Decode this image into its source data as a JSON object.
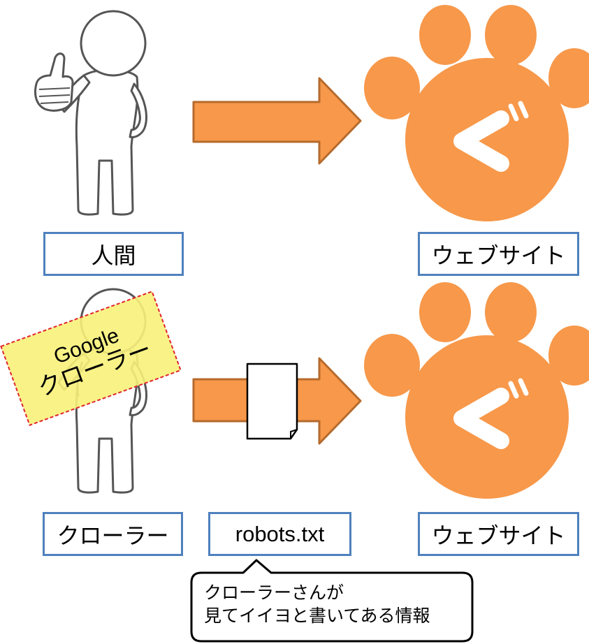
{
  "row1": {
    "left_label": "人間",
    "right_label": "ウェブサイト"
  },
  "row2": {
    "left_label": "クローラー",
    "middle_label": "robots.txt",
    "right_label": "ウェブサイト",
    "tag": {
      "line1": "Google",
      "line2": "クローラー"
    }
  },
  "callout": {
    "line1": "クローラーさんが",
    "line2": "見てイイヨと書いてある情報"
  },
  "logo_mark": "ぐ",
  "colors": {
    "orange": "#f7984a",
    "arrow_stroke": "#b56a2c",
    "box_border": "#4f81bd",
    "tag_fill": "#f8f27a",
    "tag_border": "#e0242d"
  }
}
